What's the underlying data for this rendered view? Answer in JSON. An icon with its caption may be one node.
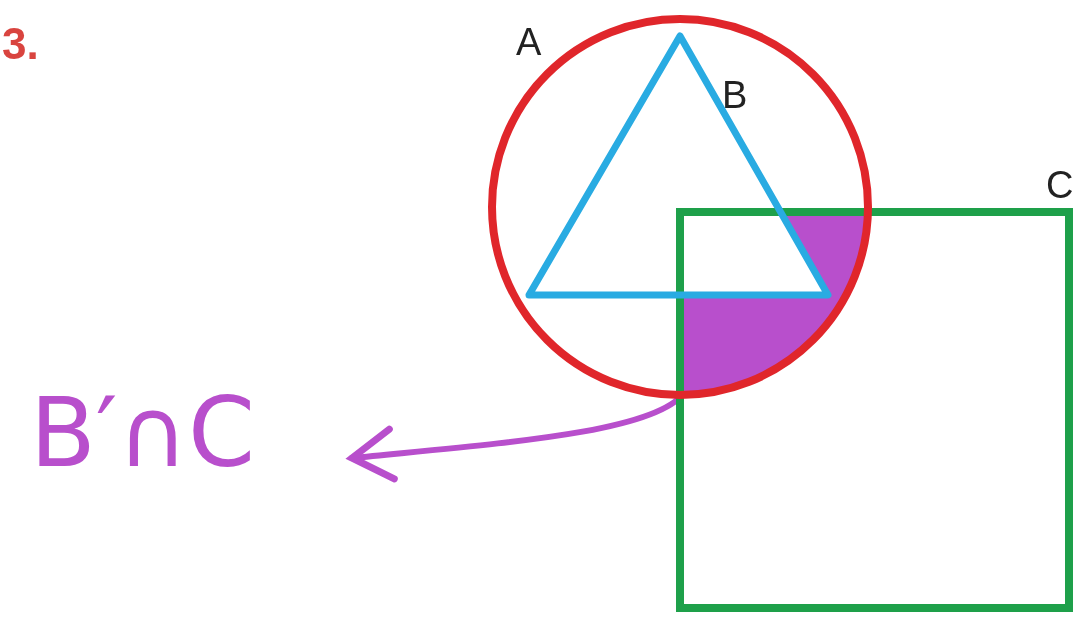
{
  "diagram": {
    "nodes": [
      {
        "text": [
          "A"
        ]
      },
      {
        "text": [
          "B"
        ],
        "in": 0
      },
      {
        "text": [
          "C"
        ]
      },
      {
        "text": [
          "B′∩C"
        ]
      },
      {
        "text": [],
        "shape": "picture"
      }
    ],
    "edges": [
      {
        "from": 4,
        "to": 3,
        "arrow": "to",
        "color": "#b84fcc"
      }
    ],
    "labels": [
      "3."
    ]
  }
}
